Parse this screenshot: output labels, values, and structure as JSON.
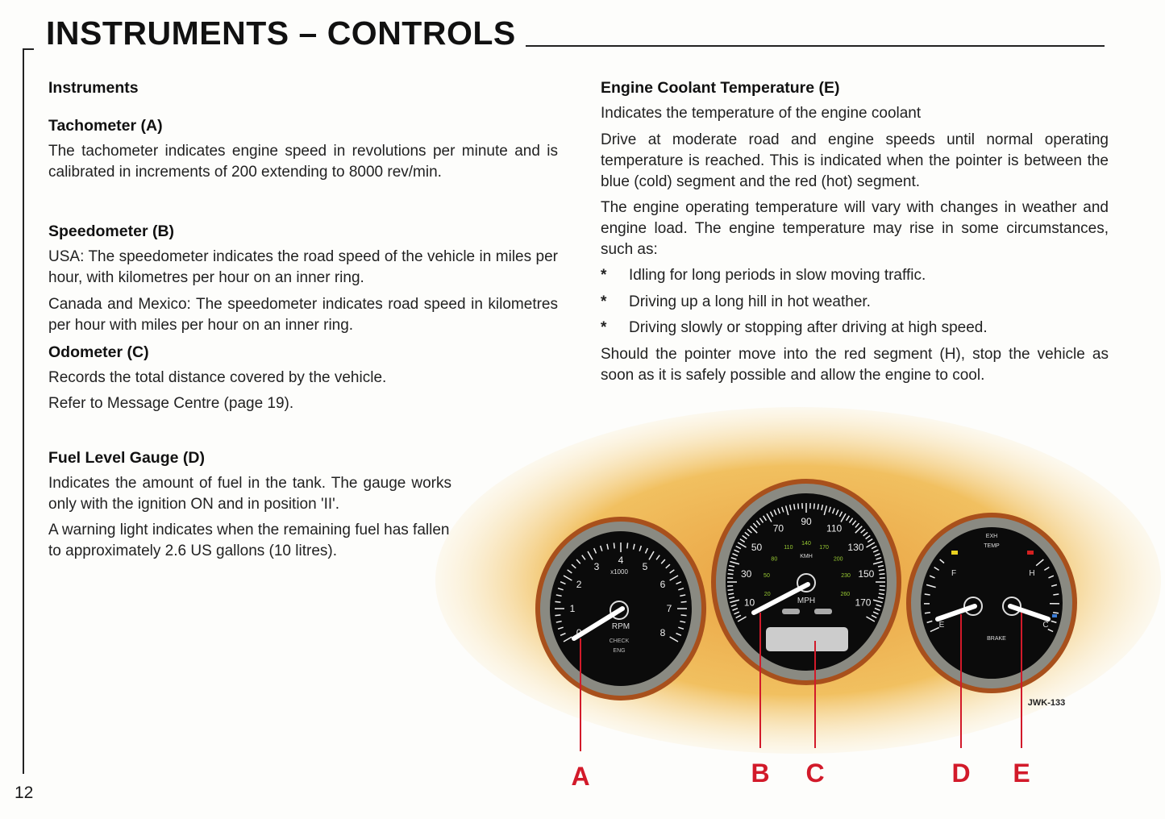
{
  "title": "INSTRUMENTS – CONTROLS",
  "page_number": "12",
  "left": {
    "section": "Instruments",
    "tachometer": {
      "heading": "Tachometer (A)",
      "text": "The tachometer indicates engine speed in revolutions per minute and is calibrated in increments of 200 extending to 8000 rev/min."
    },
    "speedometer": {
      "heading": "Speedometer (B)",
      "usa_label": "USA:",
      "usa_text": " The speedometer indicates the road speed of the vehicle in miles per hour, with kilometres per hour on an inner ring.",
      "canada_label": "Canada and Mexico:",
      "canada_text": " The speedometer indicates road speed in kilometres per hour with miles per hour on an inner ring."
    },
    "odometer": {
      "heading": "Odometer (C)",
      "text1": "Records the total distance covered by the vehicle.",
      "text2": "Refer to Message Centre (page 19)."
    },
    "fuel": {
      "heading": "Fuel Level Gauge (D)",
      "text1": "Indicates the amount of fuel in the tank. The gauge works only with the ignition ON and in position 'II'.",
      "text2": "A warning light indicates when the remaining fuel has fallen to approximately 2.6 US gallons (10 litres)."
    }
  },
  "right": {
    "heading": "Engine Coolant Temperature (E)",
    "p1": "Indicates the temperature of the engine coolant",
    "p2": "Drive at moderate road and engine speeds until normal operating temperature is reached. This is indicated when the pointer is between the blue (cold) segment and the red (hot) segment.",
    "p3": "The engine operating temperature will vary with changes in weather and engine load. The engine temperature may rise in some circumstances, such as:",
    "bullets": [
      "Idling for long periods in slow moving traffic.",
      "Driving up a long hill in hot weather.",
      "Driving slowly or stopping after driving at high speed."
    ],
    "bullet_mark": "*",
    "p4": "Should the pointer move into the red segment (H), stop the vehicle as soon as it is safely possible and allow the engine to cool."
  },
  "figure": {
    "ref": "JWK-133",
    "callouts": [
      "A",
      "B",
      "C",
      "D",
      "E"
    ],
    "tach": {
      "labels": [
        "0",
        "1",
        "2",
        "3",
        "4",
        "5",
        "6",
        "7",
        "8"
      ],
      "unit": "x1000",
      "name": "RPM",
      "check": "CHECK",
      "eng": "ENG"
    },
    "speedo": {
      "mph": [
        "10",
        "30",
        "50",
        "70",
        "90",
        "110",
        "130",
        "150",
        "170"
      ],
      "kmh": [
        "20",
        "50",
        "80",
        "110",
        "140",
        "170",
        "200",
        "230",
        "260"
      ],
      "unit": "MPH",
      "kmh_unit": "KMH"
    },
    "combo": {
      "f": "F",
      "e": "E",
      "h": "H",
      "c": "C",
      "exh": "EXH",
      "temp": "TEMP",
      "brake": "BRAKE"
    },
    "colors": {
      "callout": "#d21a2a",
      "bezel": "#a8501c",
      "face": "#0b0b0b",
      "cold": "#3a7bd5",
      "hot": "#d42020",
      "warn": "#e8d020"
    }
  }
}
